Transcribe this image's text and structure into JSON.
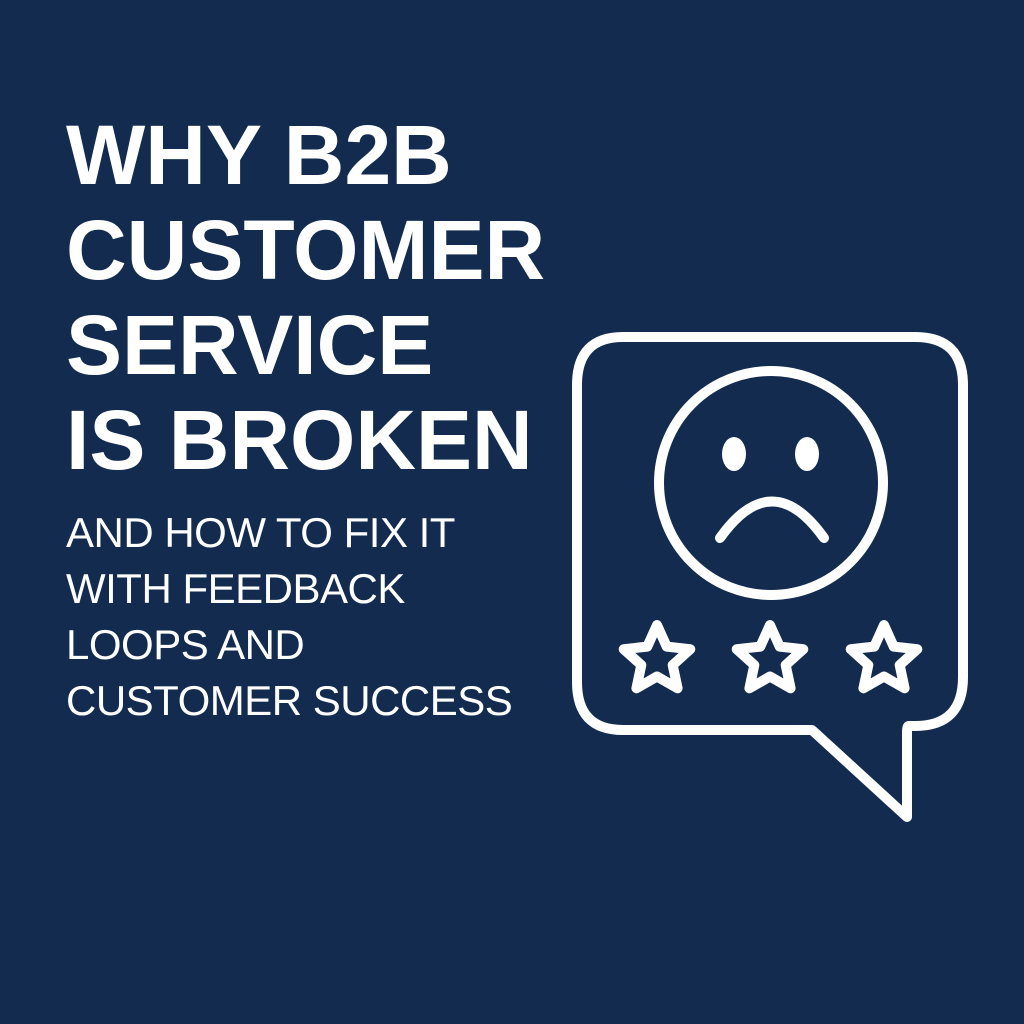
{
  "headline": {
    "lines": [
      "WHY B2B",
      "CUSTOMER",
      "SERVICE",
      "IS BROKEN"
    ]
  },
  "subheadline": {
    "lines": [
      "AND HOW TO FIX IT",
      "WITH FEEDBACK",
      "LOOPS AND",
      "CUSTOMER SUCCESS"
    ]
  },
  "illustration": {
    "icon": "speech-bubble-sad-face-three-star-rating",
    "star_count": 3,
    "face": "sad-face"
  },
  "colors": {
    "background": "#132b4f",
    "foreground": "#ffffff"
  }
}
